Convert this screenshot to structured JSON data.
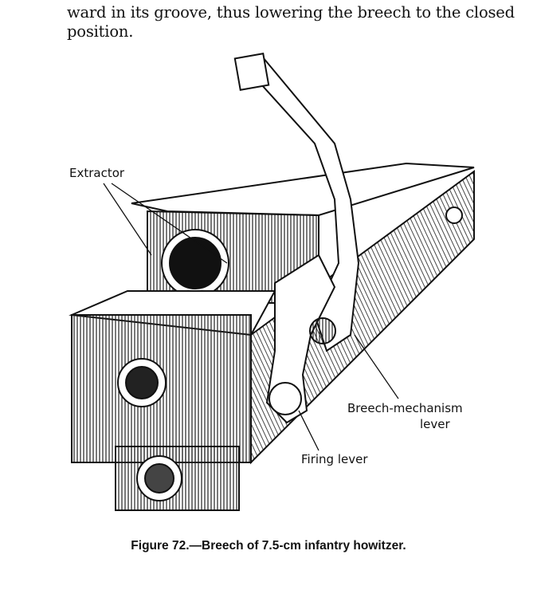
{
  "body_text": {
    "line1": "ward in its groove, thus lowering the breech to the closed",
    "line2": "position."
  },
  "figure": {
    "labels": {
      "extractor": "Extractor",
      "breech_mechanism_1": "Breech-mechanism",
      "breech_mechanism_2": "lever",
      "firing_lever": "Firing lever"
    },
    "caption": "Figure 72.—Breech of 7.5-cm infantry howitzer."
  }
}
